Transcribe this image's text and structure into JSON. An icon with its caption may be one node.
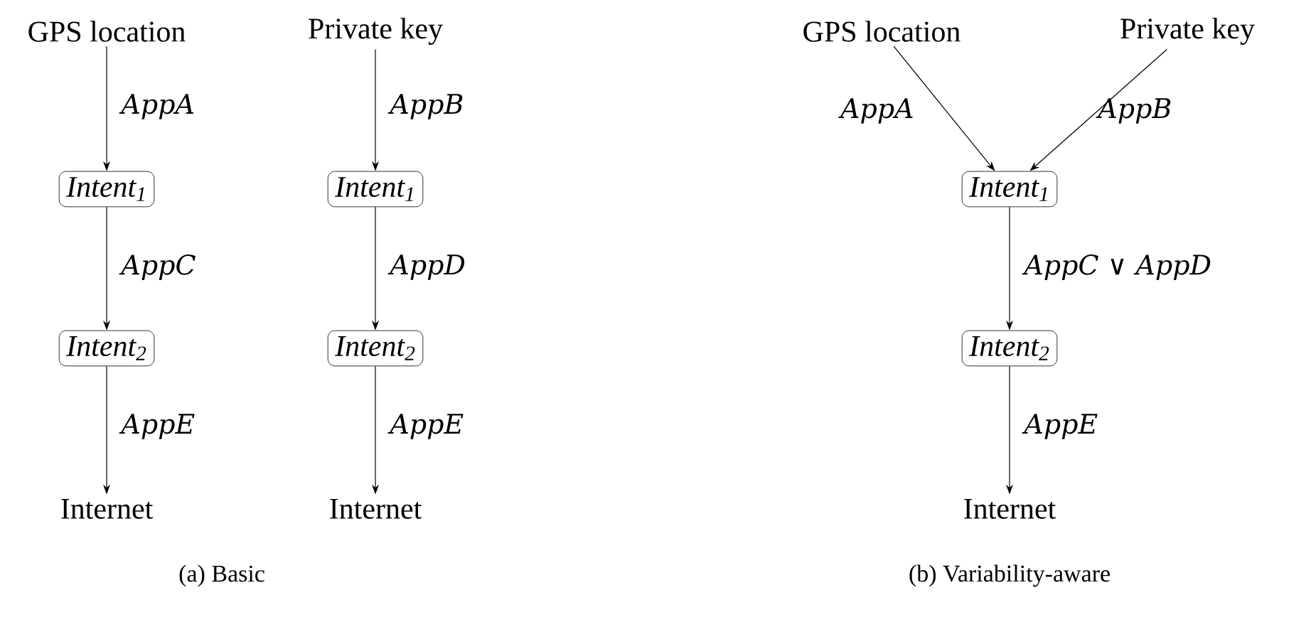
{
  "diagram": {
    "nodes": [
      {
        "text": [
          "GPS location"
        ]
      },
      {
        "text": [
          "Intent$_{1}$"
        ]
      },
      {
        "text": [
          "Intent$_{2}$"
        ]
      },
      {
        "text": [
          "Internet"
        ]
      },
      {
        "text": [
          "Private key"
        ]
      },
      {
        "text": [
          "Intent$_{1}$"
        ]
      },
      {
        "text": [
          "Intent$_{2}$"
        ]
      },
      {
        "text": [
          "Internet"
        ]
      },
      {
        "text": [
          "GPS location"
        ]
      },
      {
        "text": [
          "Private key"
        ]
      },
      {
        "text": [
          "Intent$_{1}$"
        ]
      },
      {
        "text": [
          "Intent$_{2}$"
        ]
      },
      {
        "text": [
          "Internet"
        ]
      }
    ],
    "edges": [
      {
        "from": 0,
        "to": 1,
        "arrow": "to",
        "label": "AppA"
      },
      {
        "from": 1,
        "to": 2,
        "arrow": "to",
        "label": "AppC"
      },
      {
        "from": 2,
        "to": 3,
        "arrow": "to",
        "label": "AppE"
      },
      {
        "from": 4,
        "to": 5,
        "arrow": "to",
        "label": "AppB"
      },
      {
        "from": 5,
        "to": 6,
        "arrow": "to",
        "label": "AppD"
      },
      {
        "from": 6,
        "to": 7,
        "arrow": "to",
        "label": "AppE"
      },
      {
        "from": 8,
        "to": 10,
        "arrow": "to",
        "label": "AppA"
      },
      {
        "from": 9,
        "to": 10,
        "arrow": "to",
        "label": "AppB"
      },
      {
        "from": 10,
        "to": 11,
        "arrow": "to",
        "label": "AppC ∨ AppD"
      },
      {
        "from": 11,
        "to": 12,
        "arrow": "to",
        "label": "AppE"
      }
    ],
    "labels": [
      "(a) Basic",
      "(b) Variability-aware"
    ]
  }
}
